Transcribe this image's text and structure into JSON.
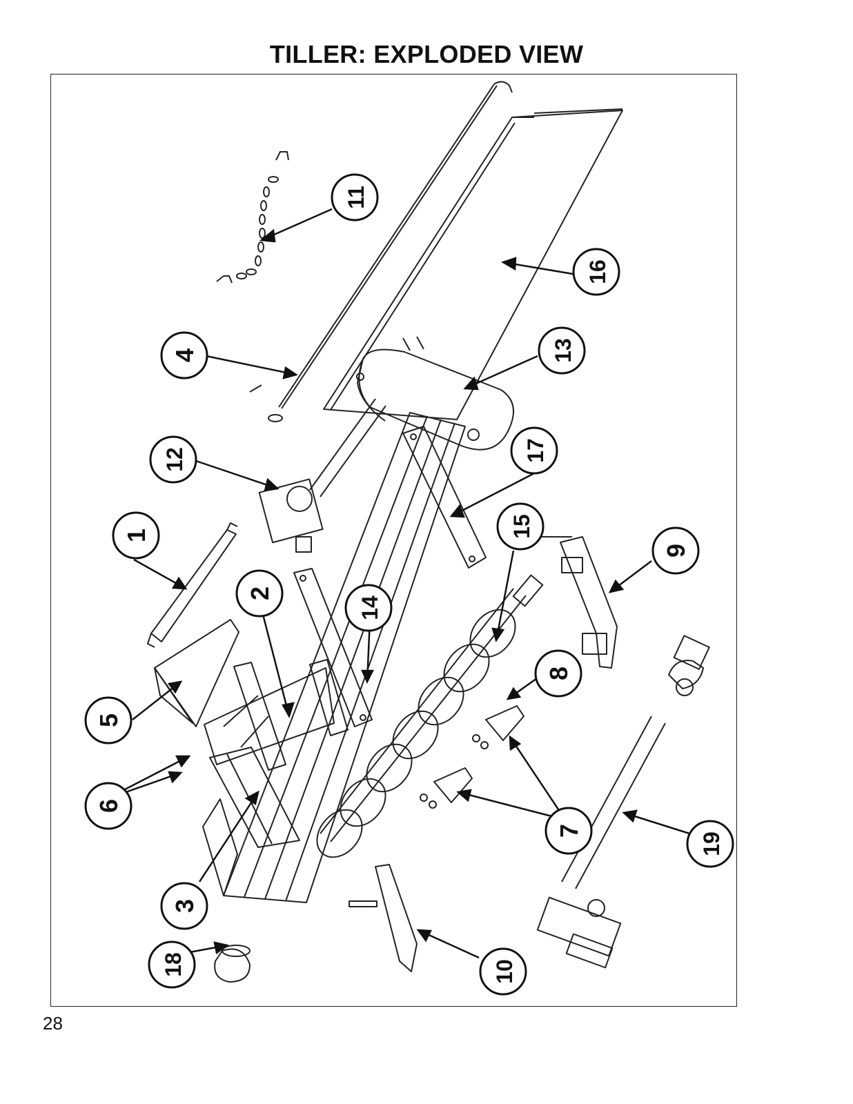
{
  "page": {
    "title": "TILLER: EXPLODED VIEW",
    "page_number": "28"
  },
  "diagram": {
    "callouts": [
      "1",
      "2",
      "3",
      "4",
      "5",
      "6",
      "7",
      "8",
      "9",
      "10",
      "11",
      "12",
      "13",
      "14",
      "15",
      "16",
      "17",
      "18",
      "19"
    ]
  }
}
